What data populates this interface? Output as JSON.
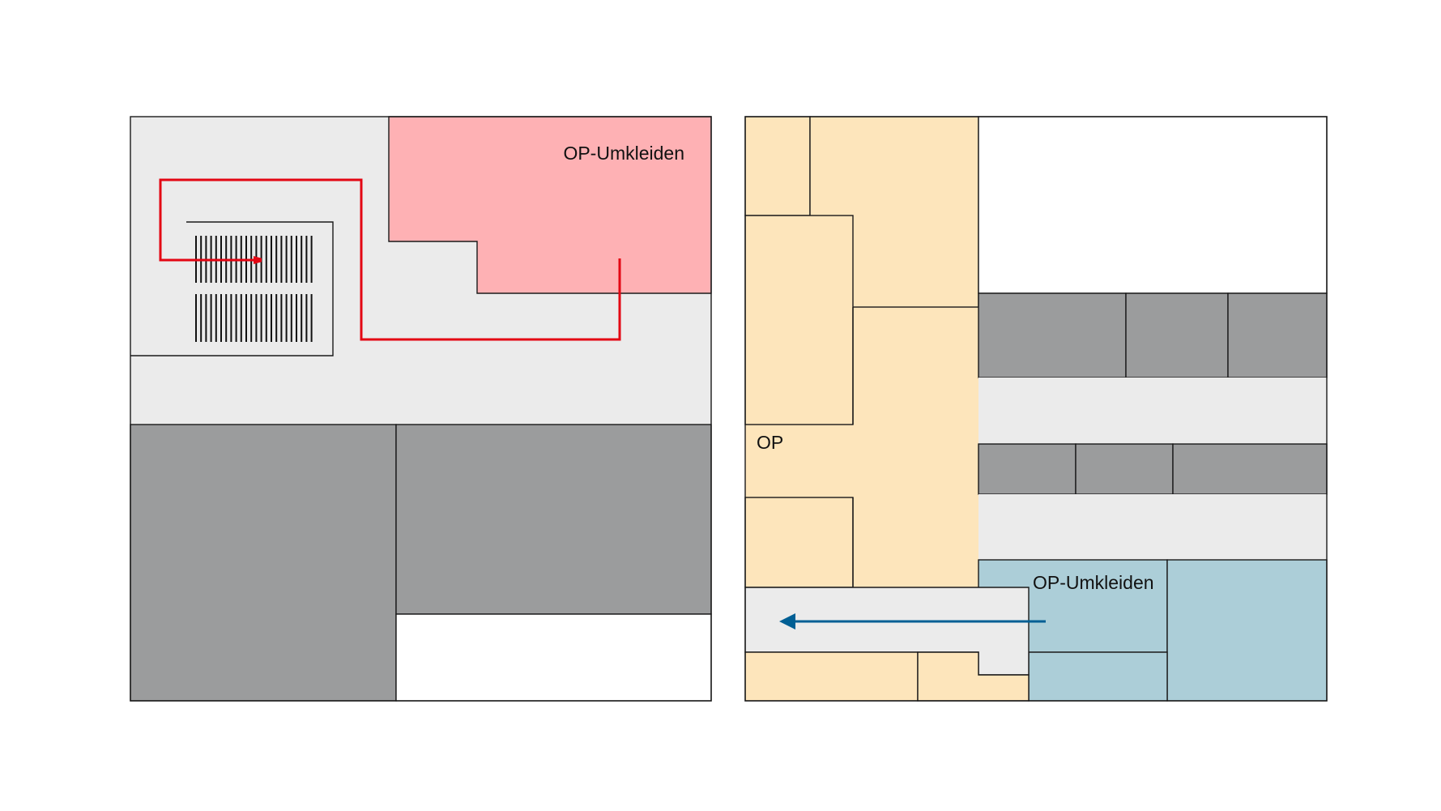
{
  "plans": {
    "left": {
      "label_changing_rooms": "OP-Umkleiden"
    },
    "right": {
      "label_operating": "OP",
      "label_changing_rooms": "OP-Umkleiden"
    }
  },
  "colors": {
    "corridor": "#ebebeb",
    "service_rooms": "#9b9c9d",
    "changing_rooms_left": "#feb1b4",
    "changing_rooms_right": "#acced8",
    "operating_area": "#fde5bb",
    "route_left": "#e30613",
    "route_right": "#005f94",
    "outline": "#1a1a1a",
    "blank": "#ffffff"
  },
  "icons": {
    "left_route": "red-route-arrow",
    "right_route": "blue-route-arrow",
    "stairs": "staircase-icon"
  }
}
